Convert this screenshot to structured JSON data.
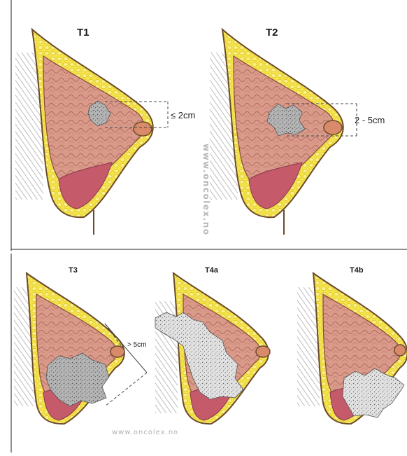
{
  "panels": {
    "t1": {
      "label": "T1",
      "measure": "≤ 2cm"
    },
    "t2": {
      "label": "T2",
      "measure": "2 - 5cm"
    },
    "t3": {
      "label": "T3",
      "measure": "> 5cm"
    },
    "t4a": {
      "label": "T4a"
    },
    "t4b": {
      "label": "T4b"
    }
  },
  "watermark": {
    "vertical": "www.oncolex.no",
    "horizontal": "www.oncolex.no"
  },
  "colors": {
    "skin_outline": "#6b4a2a",
    "fat": "#f3e24a",
    "fat_globule": "#e8d21a",
    "gland": "#d99a8a",
    "gland_dark": "#b06a5c",
    "muscle": "#c45a6a",
    "tumor": "#a8a8a8",
    "ribs": "#9a9a9a"
  }
}
